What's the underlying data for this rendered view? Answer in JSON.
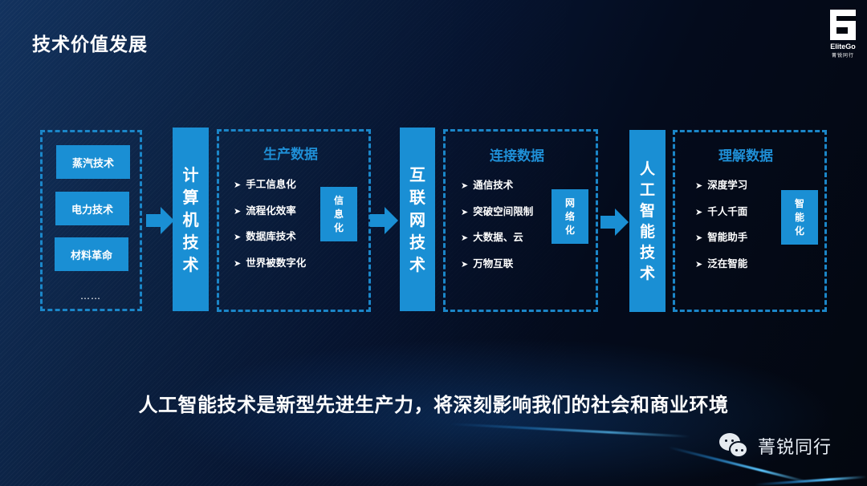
{
  "slide": {
    "title": "技术价值发展",
    "logo": {
      "en": "EliteGo",
      "cn": "菁锐同行"
    },
    "colors": {
      "accent_blue": "#1a8fd4",
      "dashed_border": "#1b86c8",
      "section_title": "#1f8fd6",
      "background_dark": "#03070f",
      "background_blue": "#12325e",
      "text": "#ffffff"
    }
  },
  "diagram": {
    "eras": {
      "items": [
        "蒸汽技术",
        "电力技术",
        "材料革命"
      ],
      "ellipsis": "……"
    },
    "stages": [
      {
        "pillar": [
          "计",
          "算",
          "机",
          "技",
          "术"
        ],
        "section_title": "生产数据",
        "bullets": [
          "手工信息化",
          "流程化效率",
          "数据库技术",
          "世界被数字化"
        ],
        "tag": [
          "信",
          "息",
          "化"
        ]
      },
      {
        "pillar": [
          "互",
          "联",
          "网",
          "技",
          "术"
        ],
        "section_title": "连接数据",
        "bullets": [
          "通信技术",
          "突破空间限制",
          "大数据、云",
          "万物互联"
        ],
        "tag": [
          "网",
          "络",
          "化"
        ]
      },
      {
        "pillar": [
          "人",
          "工",
          "智",
          "能",
          "技",
          "术"
        ],
        "section_title": "理解数据",
        "bullets": [
          "深度学习",
          "千人千面",
          "智能助手",
          "泛在智能"
        ],
        "tag": [
          "智",
          "能",
          "化"
        ]
      }
    ],
    "bullet_icon": "chevron-right-icon",
    "arrow_icon": "arrow-right-icon"
  },
  "slogan": "人工智能技术是新型先进生产力，将深刻影响我们的社会和商业环境",
  "footer": {
    "brand_icon": "wechat-icon",
    "brand_name": "菁锐同行"
  }
}
